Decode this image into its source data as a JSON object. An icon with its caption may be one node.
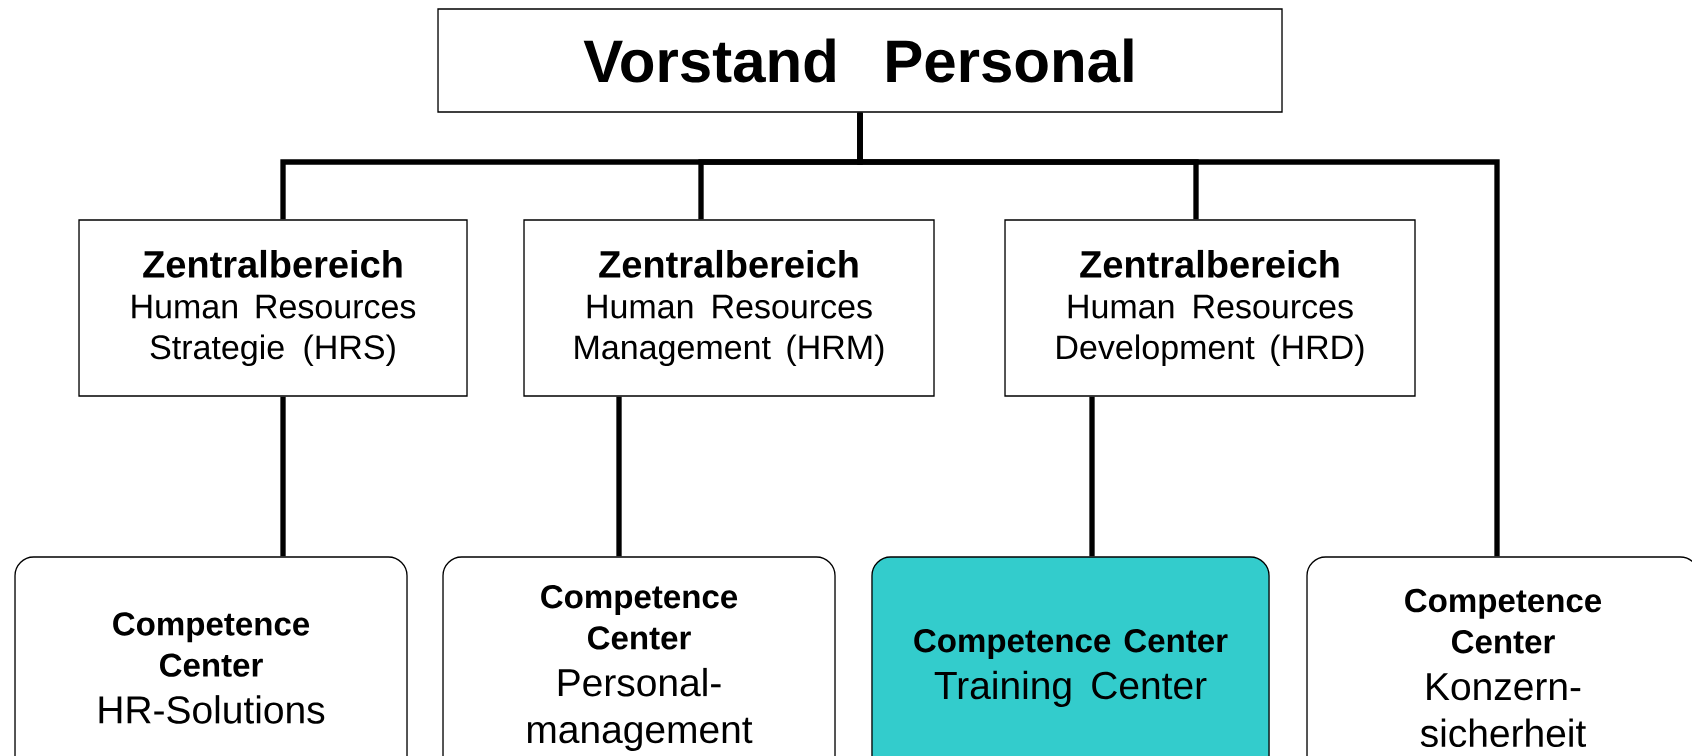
{
  "diagram": {
    "nodes": [
      {
        "text": [
          "Vorstand Personal"
        ]
      },
      {
        "text": [
          "Zentralbereich",
          "Human Resources Strategie (HRS)"
        ]
      },
      {
        "text": [
          "Zentralbereich",
          "Human Resources Management (HRM)"
        ]
      },
      {
        "text": [
          "Zentralbereich",
          "Human Resources Development (HRD)"
        ]
      },
      {
        "text": [
          "Competence Center",
          "HR-Solutions"
        ]
      },
      {
        "text": [
          "Competence Center",
          "Personal- management"
        ]
      },
      {
        "text": [
          "Competence Center",
          "Training Center"
        ]
      },
      {
        "text": [
          "Competence Center",
          "Konzern- sicherheit"
        ]
      }
    ],
    "edges": [
      {
        "from": 0,
        "to": 1,
        "arrow": "none"
      },
      {
        "from": 0,
        "to": 2,
        "arrow": "none"
      },
      {
        "from": 0,
        "to": 3,
        "arrow": "none"
      },
      {
        "from": 0,
        "to": 7,
        "arrow": "none"
      },
      {
        "from": 1,
        "to": 4,
        "arrow": "none"
      },
      {
        "from": 2,
        "to": 5,
        "arrow": "none"
      },
      {
        "from": 3,
        "to": 6,
        "arrow": "none"
      }
    ]
  }
}
